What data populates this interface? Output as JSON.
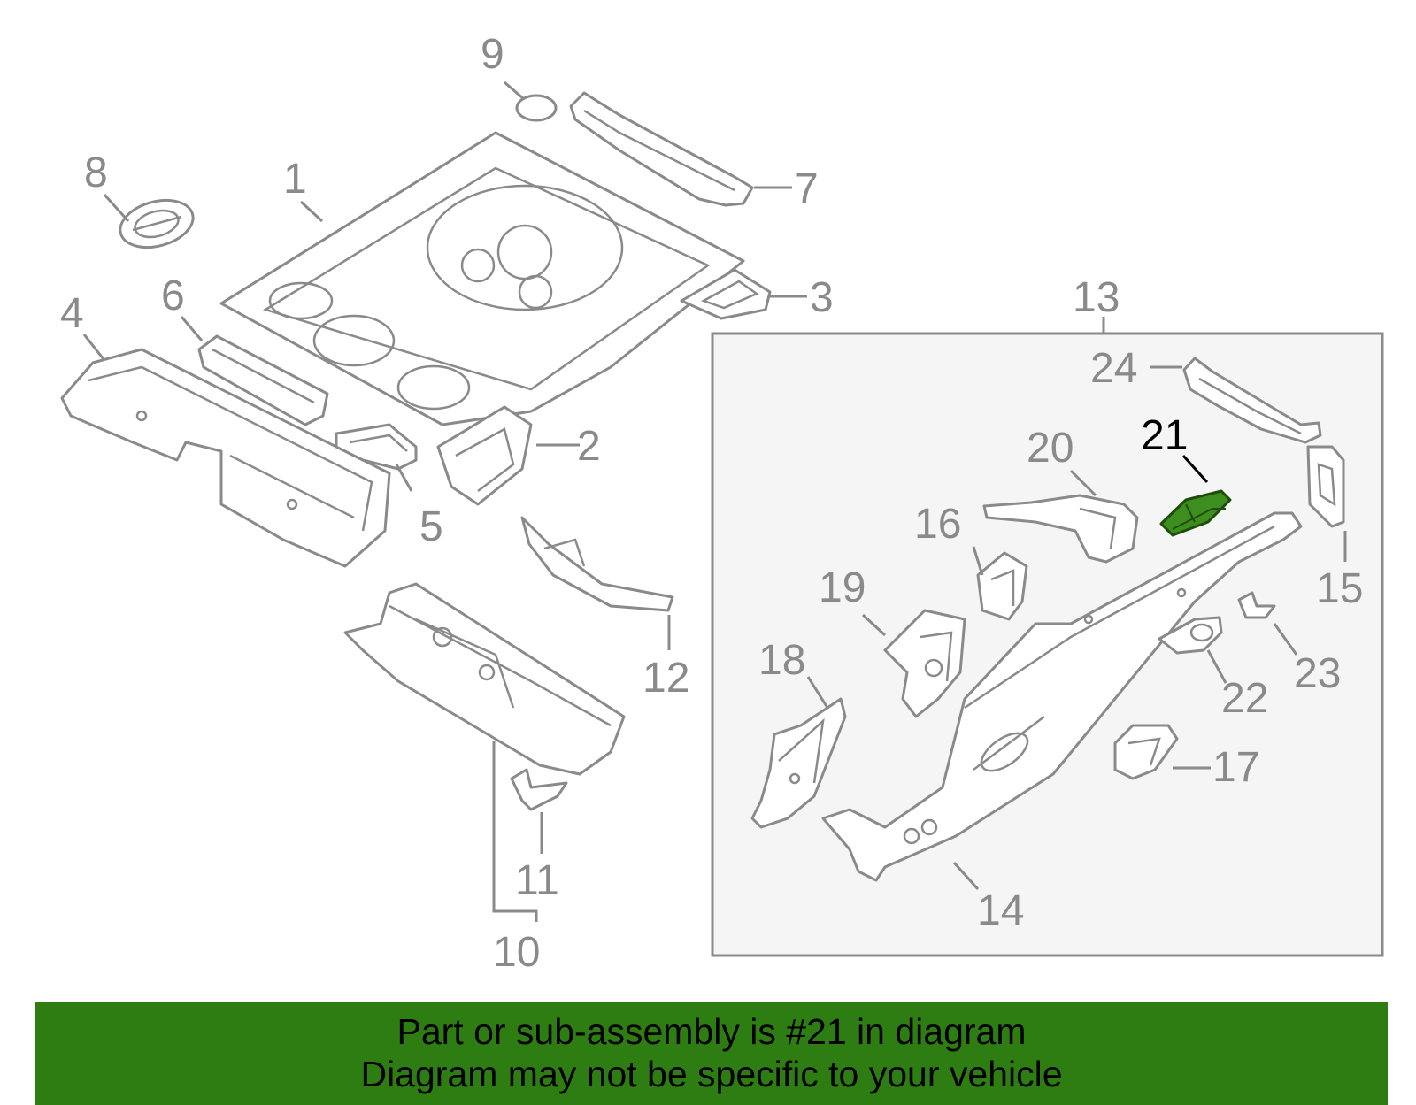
{
  "callouts": [
    {
      "id": "1",
      "highlighted": false
    },
    {
      "id": "2",
      "highlighted": false
    },
    {
      "id": "3",
      "highlighted": false
    },
    {
      "id": "4",
      "highlighted": false
    },
    {
      "id": "5",
      "highlighted": false
    },
    {
      "id": "6",
      "highlighted": false
    },
    {
      "id": "7",
      "highlighted": false
    },
    {
      "id": "8",
      "highlighted": false
    },
    {
      "id": "9",
      "highlighted": false
    },
    {
      "id": "10",
      "highlighted": false
    },
    {
      "id": "11",
      "highlighted": false
    },
    {
      "id": "12",
      "highlighted": false
    },
    {
      "id": "13",
      "highlighted": false
    },
    {
      "id": "14",
      "highlighted": false
    },
    {
      "id": "15",
      "highlighted": false
    },
    {
      "id": "16",
      "highlighted": false
    },
    {
      "id": "17",
      "highlighted": false
    },
    {
      "id": "18",
      "highlighted": false
    },
    {
      "id": "19",
      "highlighted": false
    },
    {
      "id": "20",
      "highlighted": false
    },
    {
      "id": "21",
      "highlighted": true
    },
    {
      "id": "22",
      "highlighted": false
    },
    {
      "id": "23",
      "highlighted": false
    },
    {
      "id": "24",
      "highlighted": false
    }
  ],
  "colors": {
    "line": "#8a8a8a",
    "highlight_part": "#3e8e1f",
    "banner": "#2e7d12",
    "inset_bg": "#f5f5f5"
  },
  "banner": {
    "line1": "Part or sub-assembly is #21 in diagram",
    "line2": "Diagram may not be specific to your vehicle"
  }
}
